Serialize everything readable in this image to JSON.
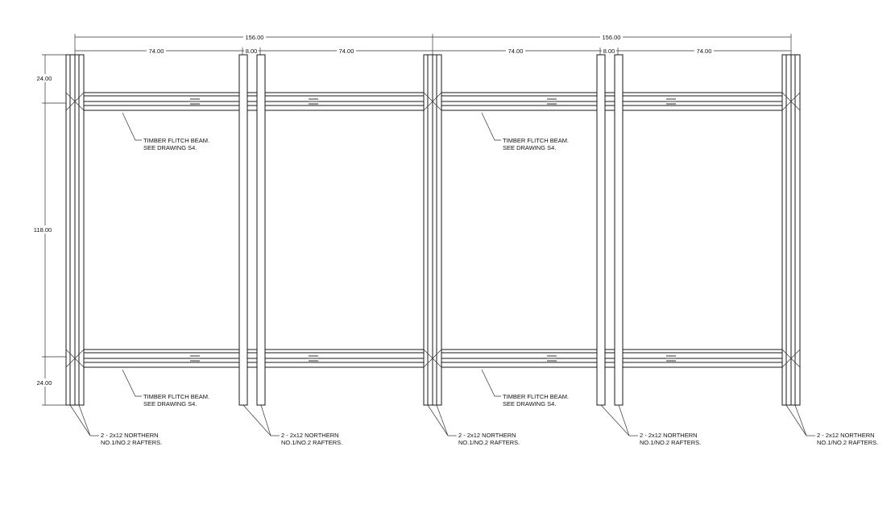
{
  "drawing": {
    "dimensions": {
      "span_1": "156.00",
      "span_2": "156.00",
      "bay_1": "74.00",
      "gap_1": "8.00",
      "bay_2": "74.00",
      "bay_3": "74.00",
      "gap_2": "8.00",
      "bay_4": "74.00",
      "overhang_top": "24.00",
      "middle": "118.00",
      "overhang_bottom": "24.00"
    },
    "beam_callouts": [
      {
        "line1": "TIMBER FLITCH BEAM.",
        "line2": "SEE DRAWING S4."
      },
      {
        "line1": "TIMBER FLITCH BEAM.",
        "line2": "SEE DRAWING S4."
      },
      {
        "line1": "TIMBER FLITCH BEAM.",
        "line2": "SEE DRAWING S4."
      },
      {
        "line1": "TIMBER FLITCH BEAM.",
        "line2": "SEE DRAWING S4."
      }
    ],
    "rafter_callouts": [
      {
        "line1": "2 - 2x12 NORTHERN",
        "line2": "NO.1/NO.2 RAFTERS."
      },
      {
        "line1": "2 - 2x12 NORTHERN",
        "line2": "NO.1/NO.2 RAFTERS."
      },
      {
        "line1": "2 - 2x12 NORTHERN",
        "line2": "NO.1/NO.2 RAFTERS."
      },
      {
        "line1": "2 - 2x12 NORTHERN",
        "line2": "NO.1/NO.2 RAFTERS."
      },
      {
        "line1": "2 - 2x12 NORTHERN",
        "line2": "NO.1/NO.2 RAFTERS."
      }
    ]
  }
}
